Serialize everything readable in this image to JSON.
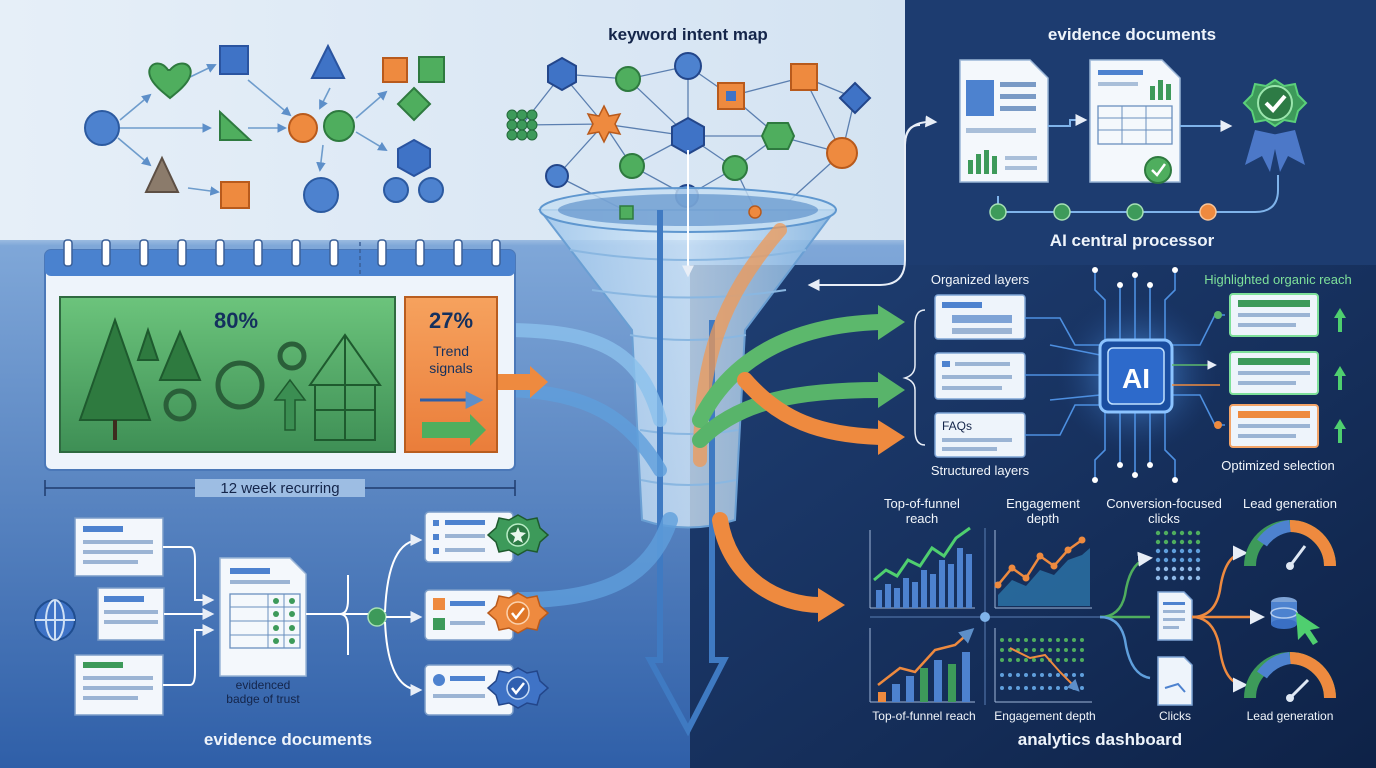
{
  "titles": {
    "keyword_map": "keyword intent map",
    "evidence_top": "evidence documents",
    "evidence_bottom": "evidence documents",
    "ai_processor": "AI central processor",
    "analytics": "analytics dashboard"
  },
  "calendar": {
    "percent_main": "80%",
    "percent_trend": "27%",
    "trend_line1": "Trend",
    "trend_line2": "signals",
    "span_label": "12 week recurring"
  },
  "evidence_panel": {
    "badge_line1": "evidenced",
    "badge_line2": "badge of trust"
  },
  "ai_panel": {
    "chip": "AI",
    "organized": "Organized layers",
    "structured": "Structured layers",
    "faqs": "FAQs",
    "highlighted": "Highlighted organic reach",
    "optimized": "Optimized selection"
  },
  "analytics_panel": {
    "top_funnel_line1": "Top-of-funnel",
    "top_funnel_line2": "reach",
    "engagement_line1": "Engagement",
    "engagement_line2": "depth",
    "conversion_line1": "Conversion-focused",
    "conversion_line2": "clicks",
    "lead_top": "Lead generation",
    "bottom_top_funnel": "Top-of-funnel reach",
    "bottom_engagement": "Engagement depth",
    "bottom_clicks": "Clicks",
    "bottom_lead": "Lead generation"
  },
  "colors": {
    "blue": "#3a6fc4",
    "green": "#3d9a5a",
    "orange": "#e8833e",
    "navy": "#132c55"
  }
}
